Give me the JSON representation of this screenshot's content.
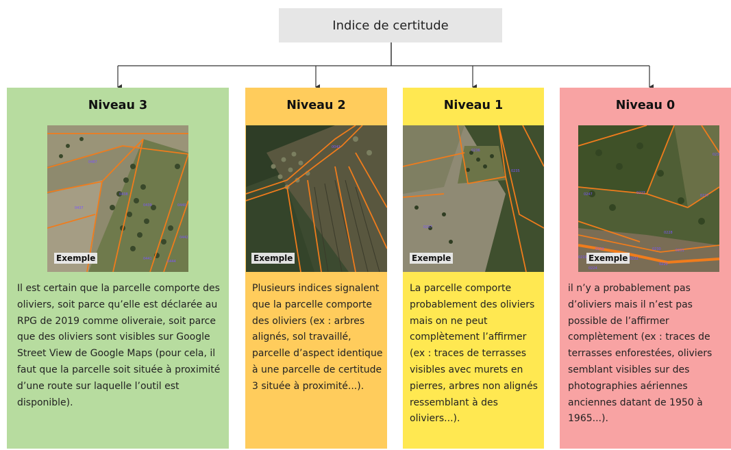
{
  "root": {
    "label": "Indice de certitude"
  },
  "levels": [
    {
      "title": "Niveau 3",
      "example_label": "Exemple",
      "description": "Il est certain que la parcelle comporte des oliviers, soit parce qu’elle est déclarée au RPG de 2019 comme oliveraie, soit parce que des oliviers sont visibles sur Google Street View de Google Maps (pour cela, il faut que la parcelle soit située à proximité d’une route sur laquelle l’outil est disponible).",
      "color": "#b7dc9f",
      "parcel_codes": [
        "0487",
        "0438",
        "0439",
        "0437",
        "0440",
        "0442",
        "0441",
        "0444"
      ]
    },
    {
      "title": "Niveau 2",
      "example_label": "Exemple",
      "description": "Plusieurs indices signalent que la parcelle comporte des oliviers (ex : arbres alignés, sol travaillé, parcelle d’aspect identique à une parcelle de certitude 3 située à proximité...).",
      "color": "#ffcc5c",
      "parcel_codes": [
        "0042"
      ]
    },
    {
      "title": "Niveau 1",
      "example_label": "Exemple",
      "description": "La parcelle comporte probablement des oliviers mais on ne peut complètement l’affirmer (ex : traces de terrasses visibles avec murets en pierres, arbres non alignés ressemblant à des oliviers...).",
      "color": "#ffe851",
      "parcel_codes": [
        "0236",
        "0235",
        "0237"
      ]
    },
    {
      "title": "Niveau 0",
      "example_label": "Exemple",
      "description": "il n’y a probablement pas d’oliviers mais il n’est pas possible de l’affirmer complètement (ex : traces de terrasses enforestées, oliviers semblant visibles sur des photographies aériennes anciennes datant de 1950 à 1965...).",
      "color": "#f8a3a3",
      "parcel_codes": [
        "0234",
        "0247",
        "0223",
        "0227",
        "0228",
        "0229",
        "0230",
        "0231",
        "0219",
        "0222",
        "0220",
        "0224"
      ]
    }
  ]
}
